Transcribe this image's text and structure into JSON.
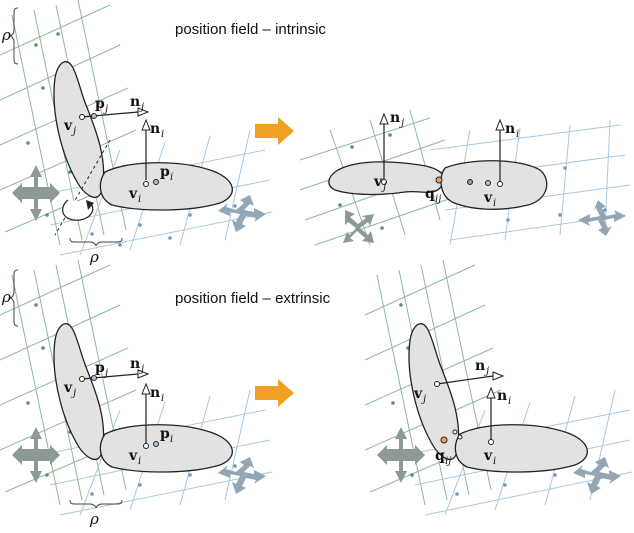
{
  "titles": {
    "top": "position field – intrinsic",
    "bottom": "position field – extrinsic"
  },
  "labels": {
    "rho": "ρ",
    "n_j": "n",
    "n_j_sub": "j",
    "n_i": "n",
    "n_i_sub": "i",
    "p_j": "p",
    "p_j_sub": "j",
    "p_i": "p",
    "p_i_sub": "i",
    "v_j": "v",
    "v_j_sub": "j",
    "v_i": "v",
    "v_i_sub": "i",
    "q_ij": "q",
    "q_ij_sub": "ij"
  },
  "colors": {
    "green_grid": "#8fb89a",
    "blue_grid": "#a9c7e0",
    "orange_arrow": "#f0a020",
    "patch_fill": "#e2e2e2",
    "gray_arrow": "#8c9a96"
  }
}
